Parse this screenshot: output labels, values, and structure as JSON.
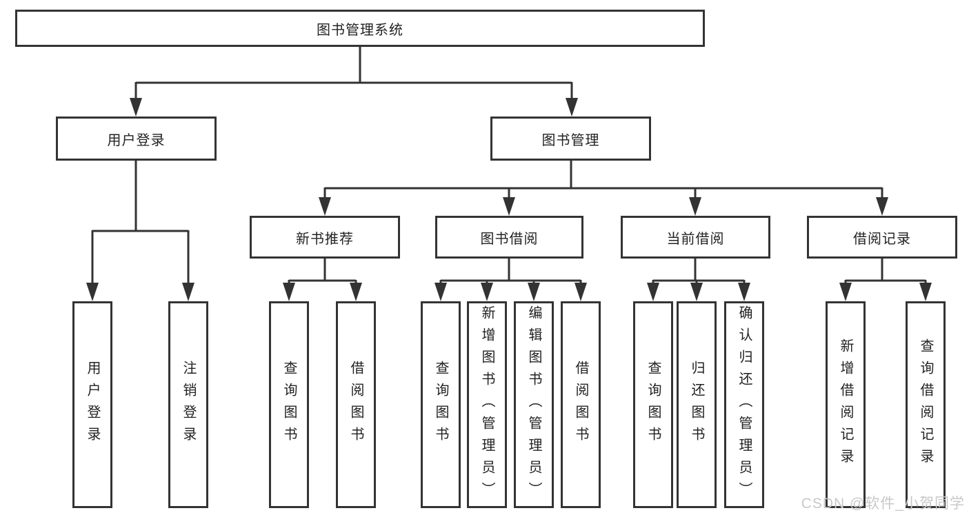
{
  "tree": {
    "root": {
      "label": "图书管理系统"
    },
    "children": [
      {
        "label": "用户登录",
        "leaves": [
          {
            "label": "用户登录"
          },
          {
            "label": "注销登录"
          }
        ]
      },
      {
        "label": "图书管理",
        "children": [
          {
            "label": "新书推荐",
            "leaves": [
              {
                "label": "查询图书"
              },
              {
                "label": "借阅图书"
              }
            ]
          },
          {
            "label": "图书借阅",
            "leaves": [
              {
                "label": "查询图书"
              },
              {
                "label": "新增图书（管理员）"
              },
              {
                "label": "编辑图书（管理员）"
              },
              {
                "label": "借阅图书"
              }
            ]
          },
          {
            "label": "当前借阅",
            "leaves": [
              {
                "label": "查询图书"
              },
              {
                "label": "归还图书"
              },
              {
                "label": "确认归还（管理员）"
              }
            ]
          },
          {
            "label": "借阅记录",
            "leaves": [
              {
                "label": "新增借阅记录"
              },
              {
                "label": "查询借阅记录"
              }
            ]
          }
        ]
      }
    ]
  },
  "watermark": {
    "text": "CSDN @软件_小贺同学"
  },
  "colors": {
    "line": "#333333",
    "box_border": "#333333",
    "text": "#222222",
    "watermark": "#c8c8c8",
    "background": "#ffffff"
  }
}
